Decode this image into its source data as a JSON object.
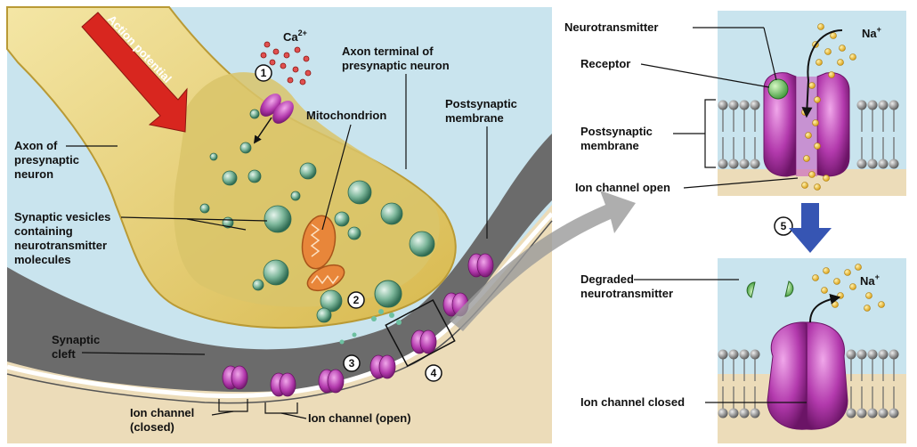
{
  "labels": {
    "action_potential": "Action potential",
    "ca": "Ca",
    "ca_sup": "2+",
    "axon_terminal_1": "Axon terminal of",
    "axon_terminal_2": "presynaptic neuron",
    "postsyn_membrane_1": "Postsynaptic",
    "postsyn_membrane_2": "membrane",
    "mitochondrion": "Mitochondrion",
    "axon_of_1": "Axon of",
    "axon_of_2": "presynaptic",
    "axon_of_3": "neuron",
    "vesicles_1": "Synaptic vesicles",
    "vesicles_2": "containing",
    "vesicles_3": "neurotransmitter",
    "vesicles_4": "molecules",
    "cleft_1": "Synaptic",
    "cleft_2": "cleft",
    "channel_closed_1": "Ion channel",
    "channel_closed_2": "(closed)",
    "channel_open": "Ion channel (open)",
    "nt": "Neurotransmitter",
    "receptor": "Receptor",
    "postsyn_right_1": "Postsynaptic",
    "postsyn_right_2": "membrane",
    "ion_open": "Ion channel open",
    "degraded_1": "Degraded",
    "degraded_2": "neurotransmitter",
    "ion_closed": "Ion channel closed",
    "na_top": "Na",
    "na_bottom": "Na",
    "na_sup": "+"
  },
  "steps": [
    "1",
    "2",
    "3",
    "4",
    "5"
  ],
  "colors": {
    "extracellular": "#c9e4ee",
    "cytoplasm": "#ecdcb9",
    "axon": "#e7d27f",
    "membrane_gray": "#6b6b6b",
    "channel": "#b43bb0",
    "vesicle": "#77b79a",
    "mitochondrion": "#e8863a",
    "arrow_red": "#d8261f",
    "arrow_blue": "#3655b3",
    "neurotransmitter": "#e5b82e"
  }
}
